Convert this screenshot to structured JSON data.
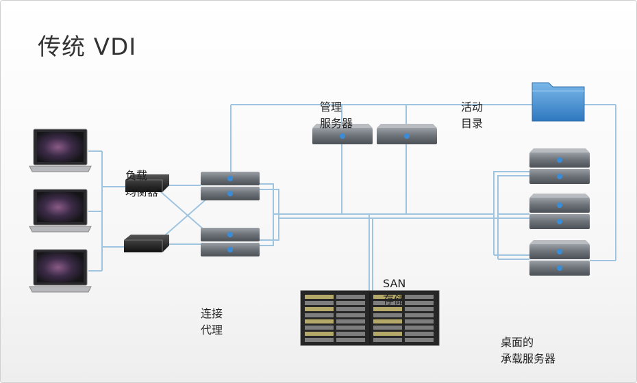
{
  "title": "传统 VDI",
  "labels": {
    "load_balancer": [
      "负载",
      "均衡器"
    ],
    "mgmt_server": [
      "管理",
      "服务器"
    ],
    "active_directory": [
      "活动",
      "目录"
    ],
    "connection_broker": [
      "连接",
      "代理"
    ],
    "san_storage": [
      "SAN",
      "存储"
    ],
    "desktop_hosts": [
      "桌面的",
      "承载服务器"
    ]
  },
  "colors": {
    "line": "#9ec4df",
    "server_body": "#6f747a",
    "server_led": "#3a8cd6",
    "folder": "#3d8fd1"
  }
}
